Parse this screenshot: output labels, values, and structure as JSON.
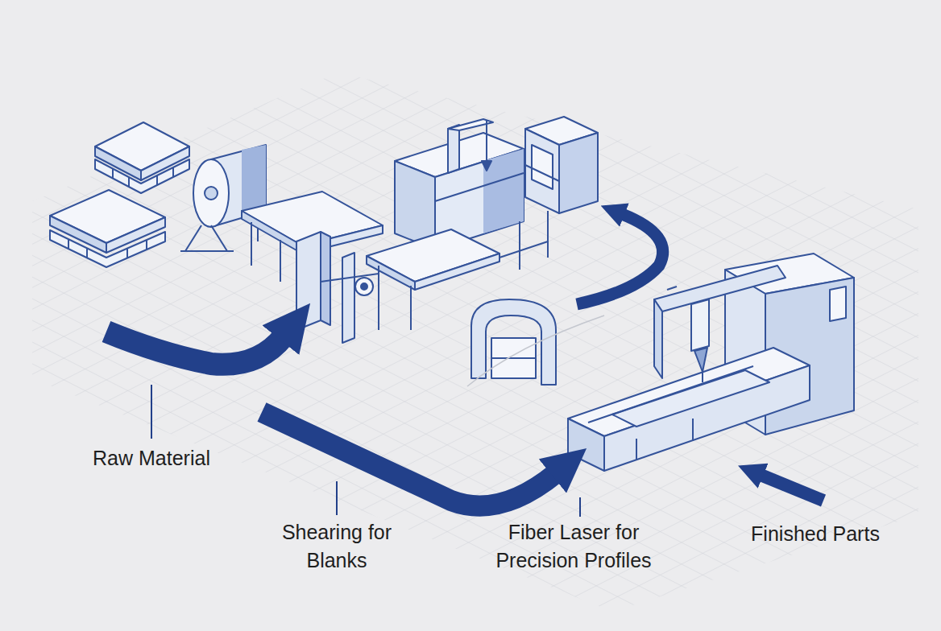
{
  "diagram": {
    "labels": [
      "Raw Material",
      "Shearing for Blanks",
      "Fiber Laser for Precision Profiles",
      "Finished Parts"
    ]
  }
}
